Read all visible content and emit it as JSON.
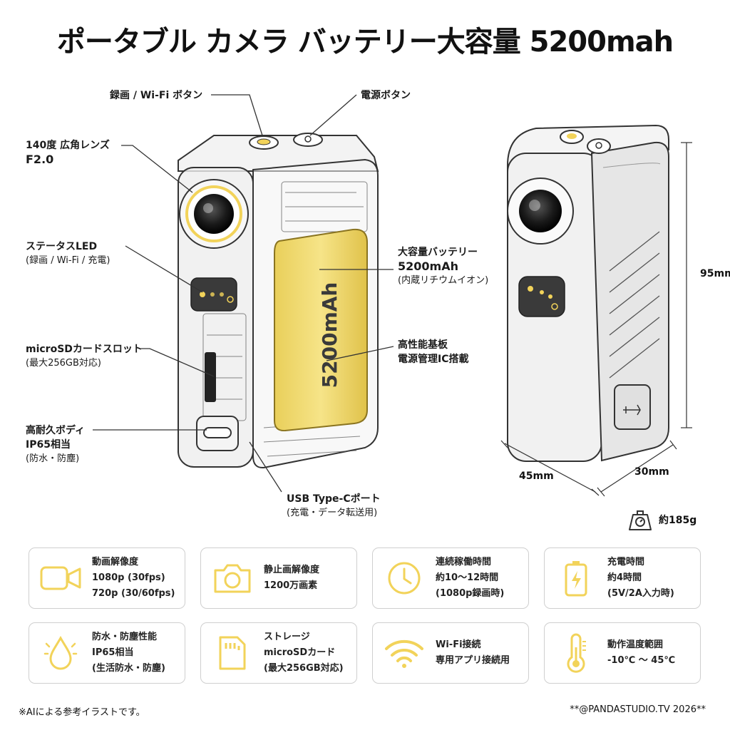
{
  "title": "ポータブル カメラ バッテリー大容量 5200mah",
  "callouts": {
    "record_button": "録画 / Wi-Fi ボタン",
    "power_button": "電源ボタン",
    "lens_line1": "140度 広角レンズ",
    "lens_line2": "F2.0",
    "led_line1": "ステータスLED",
    "led_line2": "(録画 / Wi-Fi / 充電)",
    "battery_line1": "大容量バッテリー",
    "battery_line2": "5200mAh",
    "battery_line3": "(内蔵リチウムイオン)",
    "board_line1": "高性能基板",
    "board_line2": "電源管理IC搭載",
    "sd_line1": "microSDカードスロット",
    "sd_line2": "(最大256GB対応)",
    "body_line1": "高耐久ボディ",
    "body_line2": "IP65相当",
    "body_line3": "(防水・防塵)",
    "usb_line1": "USB Type-Cポート",
    "usb_line2": "(充電・データ転送用)",
    "battery_print": "5200mAh"
  },
  "dimensions": {
    "height": "95mm",
    "width": "45mm",
    "depth": "30mm",
    "weight": "約185g"
  },
  "specs": [
    {
      "icon": "video-camera-icon",
      "lines": [
        "動画解像度",
        "1080p (30fps)",
        "720p (30/60fps)"
      ]
    },
    {
      "icon": "photo-camera-icon",
      "lines": [
        "静止画解像度",
        "1200万画素"
      ]
    },
    {
      "icon": "clock-icon",
      "lines": [
        "連続稼働時間",
        "約10～12時間",
        "(1080p録画時)"
      ]
    },
    {
      "icon": "battery-charging-icon",
      "lines": [
        "充電時間",
        "約4時間",
        "(5V/2A入力時)"
      ]
    },
    {
      "icon": "water-drop-icon",
      "lines": [
        "防水・防塵性能",
        "IP65相当",
        "(生活防水・防塵)"
      ]
    },
    {
      "icon": "sd-card-icon",
      "lines": [
        "ストレージ",
        "microSDカード",
        "(最大256GB対応)"
      ]
    },
    {
      "icon": "wifi-icon",
      "lines": [
        "Wi-Fi接続",
        "専用アプリ接続用"
      ]
    },
    {
      "icon": "thermometer-icon",
      "lines": [
        "動作温度範囲",
        "-10℃ ～ 45℃"
      ]
    }
  ],
  "colors": {
    "accent": "#f2d35a",
    "accent_dark": "#e8c43a",
    "outline": "#333333"
  },
  "footer": {
    "left": "※AIによる参考イラストです。",
    "right": "**@PANDASTUDIO.TV 2026**"
  }
}
